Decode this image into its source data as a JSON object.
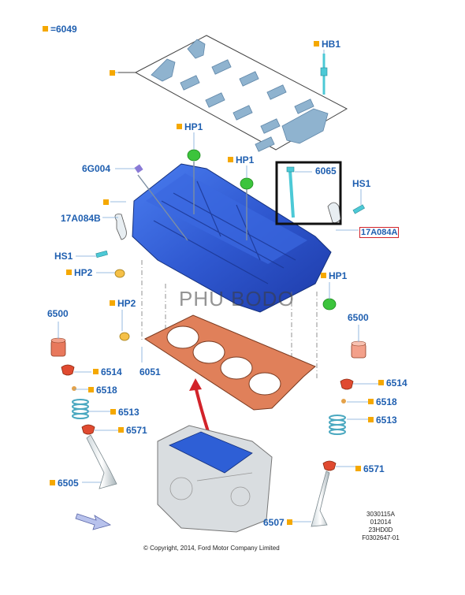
{
  "legend": {
    "text": "=6049"
  },
  "parts": {
    "hb1": "HB1",
    "hp1_top": "HP1",
    "hp1_mid": "HP1",
    "g6g004": "6G004",
    "p6065": "6065",
    "hs1_right": "HS1",
    "p17a084b": "17A084B",
    "p17a084a": "17A084A",
    "hs1_left": "HS1",
    "hp2_top": "HP2",
    "hp1_right": "HP1",
    "hp2_mid": "HP2",
    "p6500_left": "6500",
    "p6500_right": "6500",
    "p6514_left": "6514",
    "p6518_left": "6518",
    "p6513_left": "6513",
    "p6571_left": "6571",
    "p6505": "6505",
    "p6051": "6051",
    "p6514_right": "6514",
    "p6518_right": "6518",
    "p6513_right": "6513",
    "p6571_right": "6571",
    "p6507": "6507"
  },
  "watermark": "PHU BODO",
  "copyright": "© Copyright, 2014, Ford Motor Company Limited",
  "reference": [
    "3030115A",
    "012014",
    "23HD0D",
    "F0302647-01"
  ],
  "colors": {
    "label_blue": "#1f5fb0",
    "marker_orange": "#f5a800",
    "head_blue": "#2e5fd6",
    "gasket_orange": "#e0805a",
    "highlight_red": "#d2232a",
    "cyan_part": "#4cc9d6",
    "green_plug": "#3cc43c"
  }
}
